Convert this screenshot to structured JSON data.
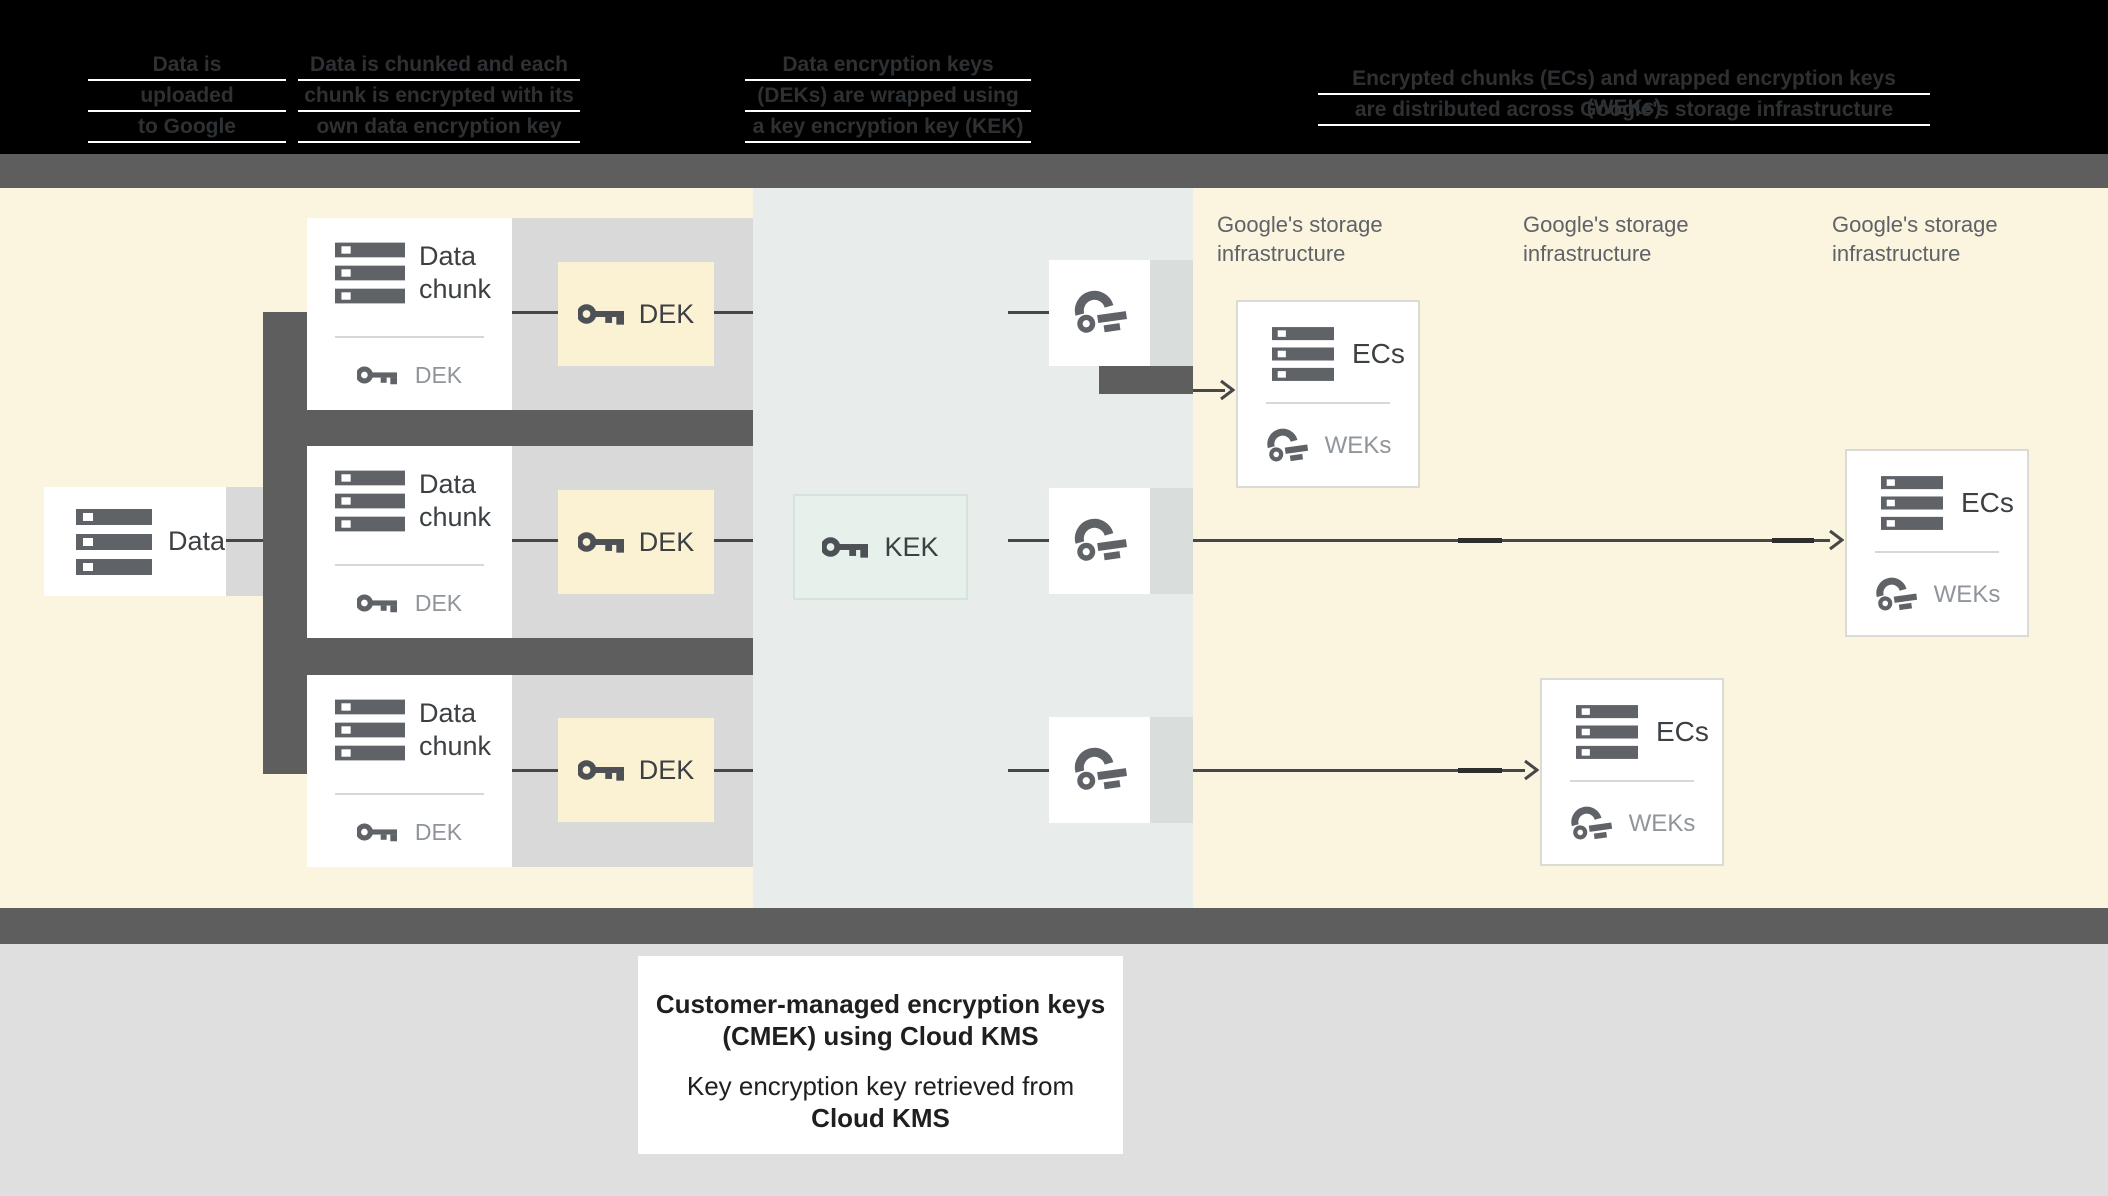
{
  "header": {
    "columns": [
      {
        "lines": [
          "Data is",
          "uploaded",
          "to Google"
        ]
      },
      {
        "lines": [
          "Data is chunked and each",
          "chunk is encrypted with its",
          "own data encryption key"
        ]
      },
      {
        "lines": [
          "Data encryption keys",
          "(DEKs) are wrapped using",
          "a key encryption key (KEK)"
        ]
      },
      {
        "lines": [
          "Encrypted chunks (ECs) and wrapped encryption keys (WEKs)",
          "are distributed across Google's storage infrastructure"
        ]
      }
    ]
  },
  "diagram": {
    "data_label": "Data",
    "chunk_title": "Data chunk",
    "chunk_key_label": "DEK",
    "dek_label": "DEK",
    "kek_label": "KEK",
    "storage_line1": "Google's storage",
    "storage_line2": "infrastructure",
    "ecs_label": "ECs",
    "weks_label": "WEKs"
  },
  "caption": {
    "line1": "Customer-managed encryption keys",
    "line2": "(CMEK) using Cloud KMS",
    "line3": "Key encryption key retrieved from",
    "line4": "Cloud KMS"
  },
  "colors": {
    "background_black": "#000000",
    "band_gray": "#5e5e5e",
    "cream": "#fbf4df",
    "kms_column_gray": "#e8eceb",
    "lane_gray": "#d9d9d9",
    "dek_yellow": "#fbf1d3",
    "kek_green": "#e5f1ea",
    "icon_gray": "#5f6368",
    "line_gray": "#474747",
    "muted_label_gray": "#8f959a",
    "bottom_gray": "#dfdfdf",
    "header_text": "#2e3134"
  }
}
